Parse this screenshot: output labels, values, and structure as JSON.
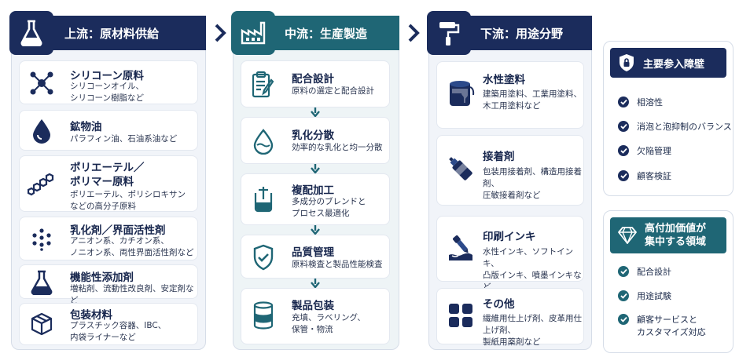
{
  "upstream": {
    "title": "上流：原材料供給",
    "items": [
      {
        "title": "シリコーン原料",
        "desc": "シリコーンオイル、\nシリコーン樹脂など",
        "icon": "molecule-icon"
      },
      {
        "title": "鉱物油",
        "desc": "パラフィン油、石油系油など",
        "icon": "oil-drop-icon"
      },
      {
        "title": "ポリエーテル／\nポリマー原料",
        "desc": "ポリエーテル、ポリシロキサン\nなどの高分子原料",
        "icon": "polymer-chain-icon"
      },
      {
        "title": "乳化剤／界面活性剤",
        "desc": "アニオン系、カチオン系、\nノニオン系、両性界面活性剤など",
        "icon": "dots-icon"
      },
      {
        "title": "機能性添加剤",
        "desc": "増粘剤、流動性改良剤、安定剤など",
        "icon": "flask-icon"
      },
      {
        "title": "包装材料",
        "desc": "プラスチック容器、IBC、\n内袋ライナーなど",
        "icon": "box-icon"
      }
    ]
  },
  "midstream": {
    "title": "中流：生産製造",
    "steps": [
      {
        "title": "配合設計",
        "desc": "原料の選定と配合設計",
        "icon": "clipboard-pen-icon"
      },
      {
        "title": "乳化分散",
        "desc": "効率的な乳化と均一分散",
        "icon": "droplet-icon"
      },
      {
        "title": "複配加工",
        "desc": "多成分のブレンドと\nプロセス最適化",
        "icon": "mixing-tank-icon"
      },
      {
        "title": "品質管理",
        "desc": "原料検査と製品性能検査",
        "icon": "shield-check-icon"
      },
      {
        "title": "製品包装",
        "desc": "充填、ラベリング、\n保管・物流",
        "icon": "drum-icon"
      }
    ]
  },
  "downstream": {
    "title": "下流：用途分野",
    "items": [
      {
        "title": "水性塗料",
        "desc": "建築用塗料、工業用塗料、\n木工用塗料など",
        "icon": "paint-bucket-icon"
      },
      {
        "title": "接着剤",
        "desc": "包装用接着剤、構造用接着剤、\n圧敏接着剤など",
        "icon": "glue-tube-icon"
      },
      {
        "title": "印刷インキ",
        "desc": "水性インキ、ソフトインキ、\n凸版インキ、噴墨インキなど",
        "icon": "ink-dropper-icon"
      },
      {
        "title": "その他",
        "desc": "繊維用仕上げ剤、皮革用仕上げ剤、\n製紙用薬剤など",
        "icon": "grid-icon"
      }
    ]
  },
  "barriers": {
    "title": "主要参入障壁",
    "items": [
      "相溶性",
      "消泡と泡抑制のバランス",
      "欠陥管理",
      "顧客検証"
    ]
  },
  "value": {
    "title": "高付加価値が\n集中する領域",
    "items": [
      "配合設計",
      "用途試験",
      "顧客サービスと\nカスタマイズ対応"
    ]
  },
  "colors": {
    "navy": "#1b2c5c",
    "teal": "#1f6675",
    "accent": "#2c4a8a"
  }
}
